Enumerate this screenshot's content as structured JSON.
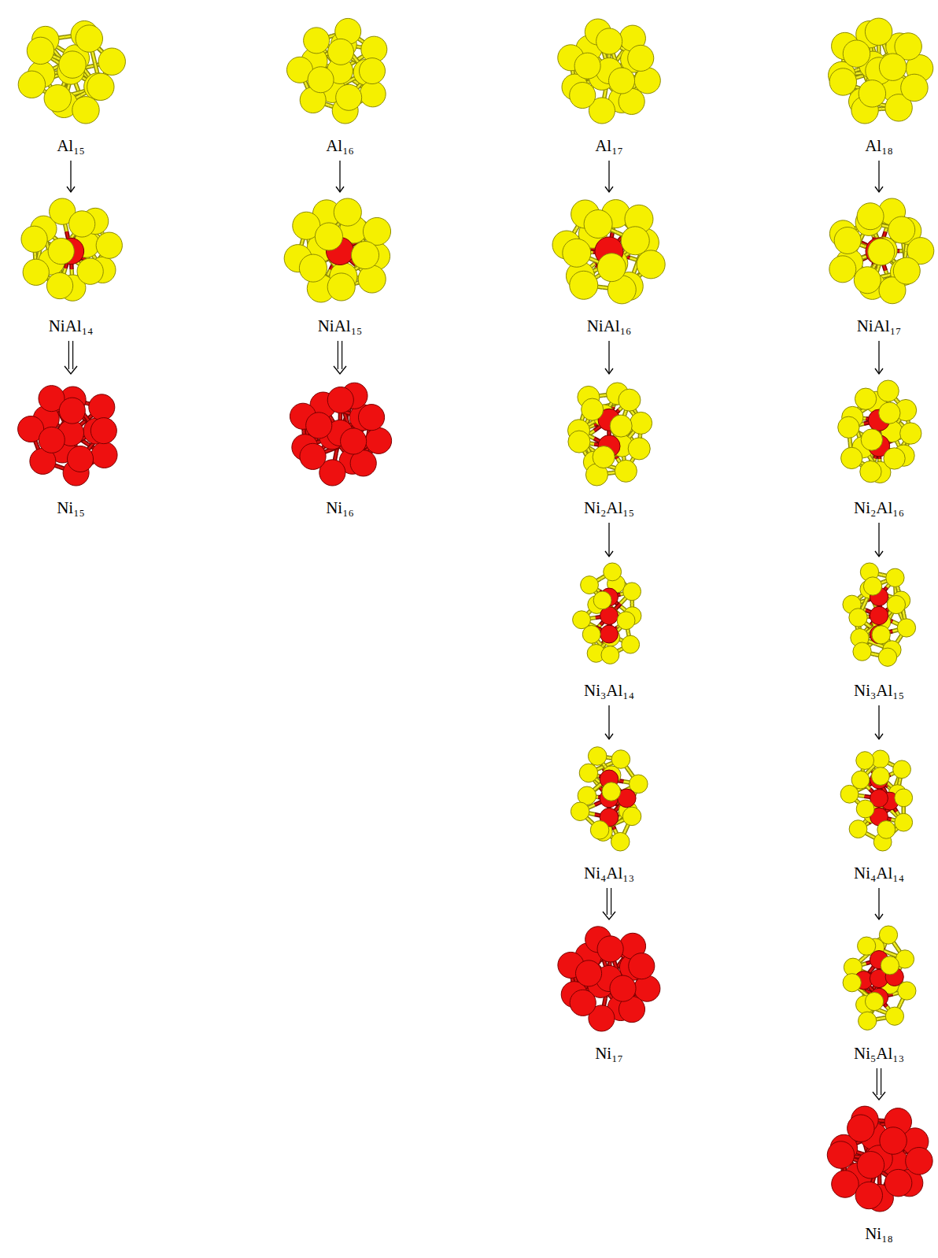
{
  "diagram": {
    "nodes": [
      {
        "text": [
          "Al₁₅"
        ]
      },
      {
        "text": [
          "Al₁₆"
        ]
      },
      {
        "text": [
          "Al₁₇"
        ]
      },
      {
        "text": [
          "Al₁₈"
        ]
      },
      {
        "text": [
          "NiAl₁₄"
        ]
      },
      {
        "text": [
          "NiAl₁₅"
        ]
      },
      {
        "text": [
          "NiAl₁₆"
        ]
      },
      {
        "text": [
          "NiAl₁₇"
        ]
      },
      {
        "text": [
          "Ni₁₅"
        ]
      },
      {
        "text": [
          "Ni₁₆"
        ]
      },
      {
        "text": [
          "Ni₂Al₁₅"
        ]
      },
      {
        "text": [
          "Ni₂Al₁₆"
        ]
      },
      {
        "text": [
          "Ni₃Al₁₄"
        ]
      },
      {
        "text": [
          "Ni₃Al₁₅"
        ]
      },
      {
        "text": [
          "Ni₄Al₁₃"
        ]
      },
      {
        "text": [
          "Ni₄Al₁₄"
        ]
      },
      {
        "text": [
          "Ni₁₇"
        ]
      },
      {
        "text": [
          "Ni₅Al₁₃"
        ]
      },
      {
        "text": [
          "Ni₁₈"
        ]
      }
    ],
    "edges": [
      {
        "from": 0,
        "to": 4,
        "arrow": "to"
      },
      {
        "from": 4,
        "to": 8,
        "arrow": "to"
      },
      {
        "from": 1,
        "to": 5,
        "arrow": "to"
      },
      {
        "from": 5,
        "to": 9,
        "arrow": "to"
      },
      {
        "from": 2,
        "to": 6,
        "arrow": "to"
      },
      {
        "from": 6,
        "to": 10,
        "arrow": "to"
      },
      {
        "from": 10,
        "to": 12,
        "arrow": "to"
      },
      {
        "from": 12,
        "to": 14,
        "arrow": "to"
      },
      {
        "from": 14,
        "to": 16,
        "arrow": "to"
      },
      {
        "from": 3,
        "to": 7,
        "arrow": "to"
      },
      {
        "from": 7,
        "to": 11,
        "arrow": "to"
      },
      {
        "from": 11,
        "to": 13,
        "arrow": "to"
      },
      {
        "from": 13,
        "to": 15,
        "arrow": "to"
      },
      {
        "from": 15,
        "to": 17,
        "arrow": "to"
      },
      {
        "from": 17,
        "to": 18,
        "arrow": "to"
      }
    ]
  }
}
